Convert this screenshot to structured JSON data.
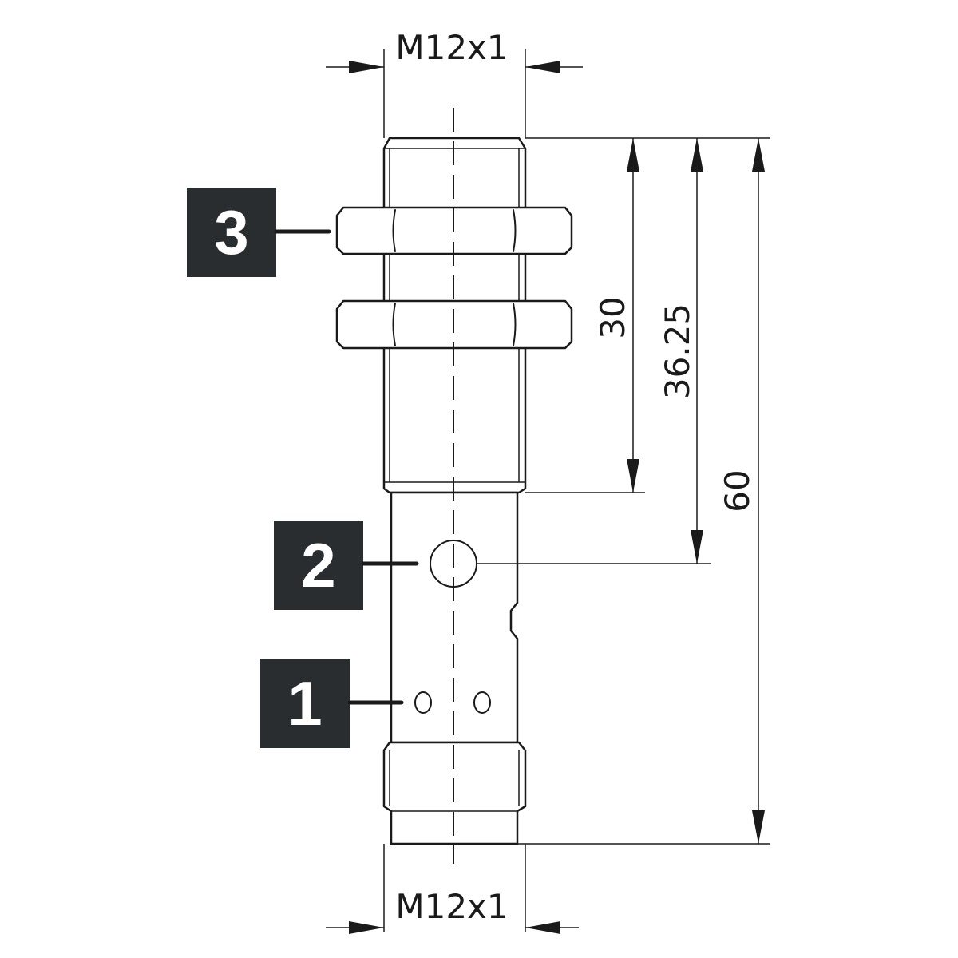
{
  "dimensions": {
    "thread_top": "M12x1",
    "thread_bottom": "M12x1",
    "length_30": "30",
    "length_36_25": "36.25",
    "length_60": "60"
  },
  "callouts": {
    "c1": "1",
    "c2": "2",
    "c3": "3"
  },
  "colors": {
    "line": "#1a1a1a",
    "callout_background": "#2a2d2f",
    "callout_text": "#ffffff"
  }
}
